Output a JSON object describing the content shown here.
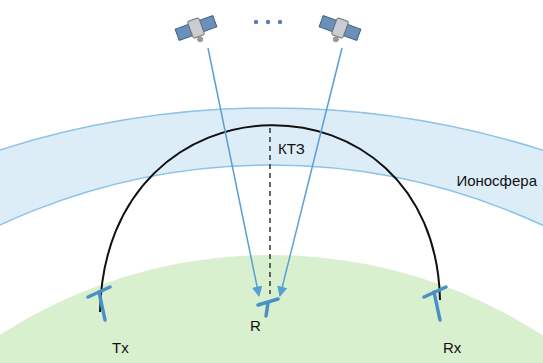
{
  "diagram": {
    "labels": [
      "КТЗ",
      "Ионосфера",
      "Tx",
      "R",
      "Rx"
    ]
  }
}
